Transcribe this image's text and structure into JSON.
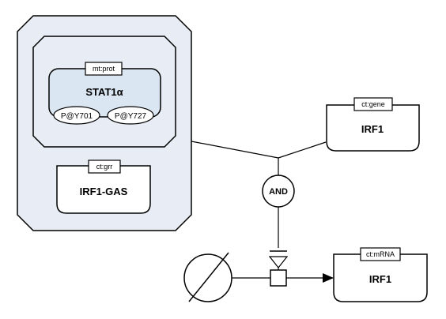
{
  "colors": {
    "stroke": "#000000",
    "complex_fill": "#e8edf5",
    "protein_fill": "#dbe6f3",
    "node_fill": "#ffffff"
  },
  "outer_complex": {
    "inner_complex": {
      "protein": {
        "unit_of_info": "mt:prot",
        "label": "STAT1α",
        "state_variables": [
          "P@Y701",
          "P@Y727"
        ]
      }
    },
    "grr": {
      "unit_of_info": "ct:grr",
      "label": "IRF1-GAS"
    }
  },
  "gene": {
    "unit_of_info": "ct:gene",
    "label": "IRF1"
  },
  "logic_operator": {
    "label": "AND",
    "symbol": "and-operator-icon"
  },
  "source_sink": {
    "symbol": "empty-set-icon"
  },
  "process": {
    "symbol": "process-node-icon"
  },
  "mrna": {
    "unit_of_info": "ct:mRNA",
    "label": "IRF1"
  }
}
